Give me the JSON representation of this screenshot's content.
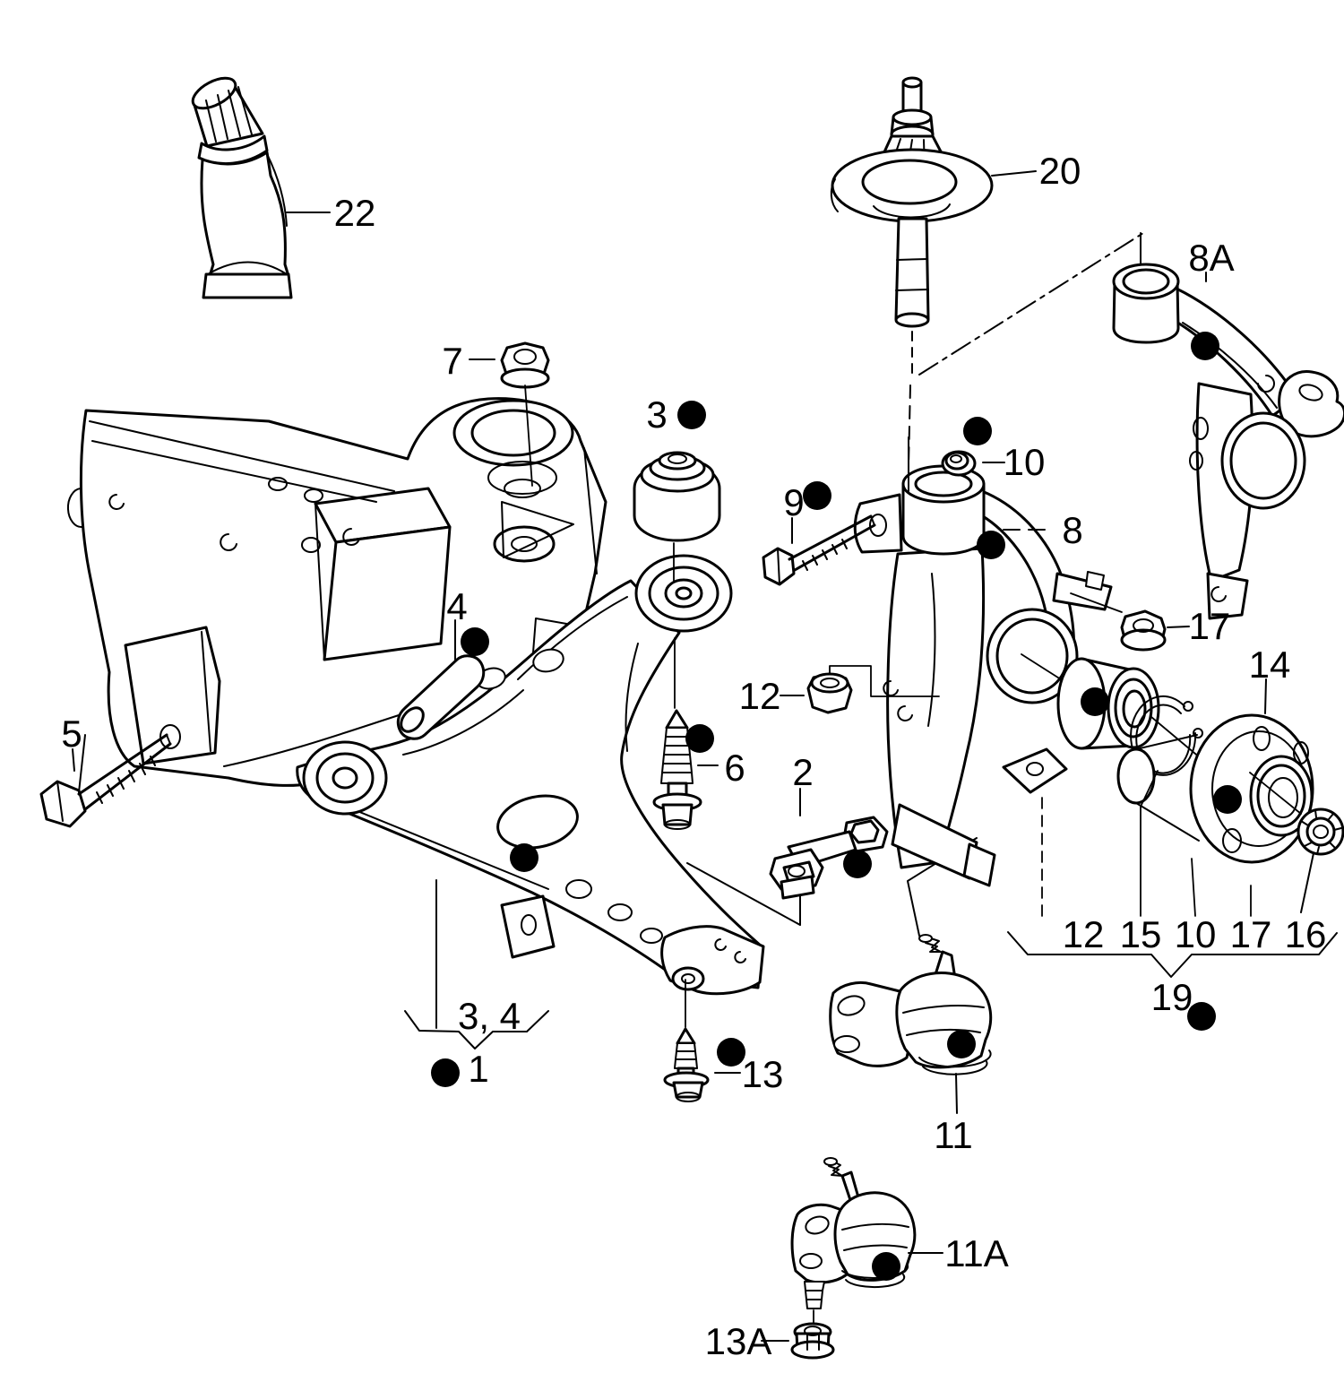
{
  "page": {
    "background_color": "#ffffff",
    "line_color": "#000000"
  },
  "labels": {
    "part22": "22",
    "part7": "7",
    "part3": "3",
    "part4": "4",
    "part5": "5",
    "part6": "6",
    "part9": "9",
    "part10": "10",
    "part8": "8",
    "part8a": "8A",
    "part20": "20",
    "part17": "17",
    "part12": "12",
    "part2": "2",
    "part14": "14",
    "part34": "3, 4",
    "part1": "1",
    "part13": "13",
    "part11": "11",
    "part11a": "11A",
    "part13a": "13A",
    "part19": "19",
    "row12": "12",
    "row15": "15",
    "row10": "10",
    "row17": "17",
    "row16": "16"
  }
}
